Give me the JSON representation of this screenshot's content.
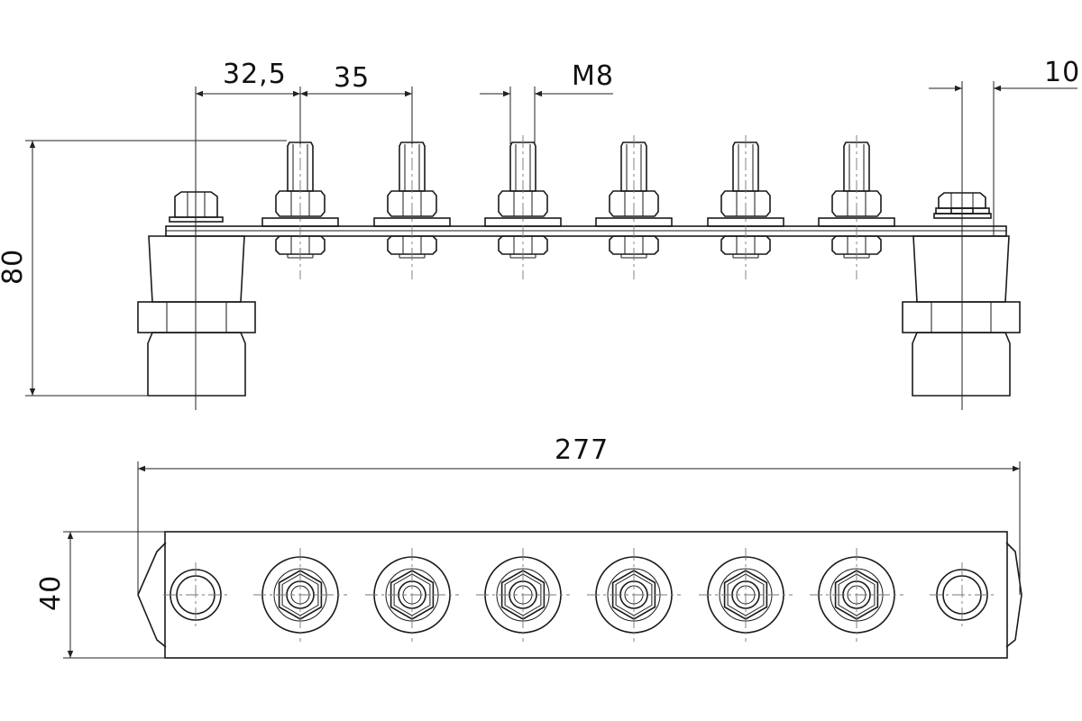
{
  "dimensions": {
    "pitch_first": "32,5",
    "pitch": "35",
    "thread": "M8",
    "washer_offset": "10",
    "height": "80",
    "length": "277",
    "width": "40"
  },
  "colors": {
    "line": "#1a1a1a",
    "center_line": "#777777",
    "background": "#ffffff"
  }
}
